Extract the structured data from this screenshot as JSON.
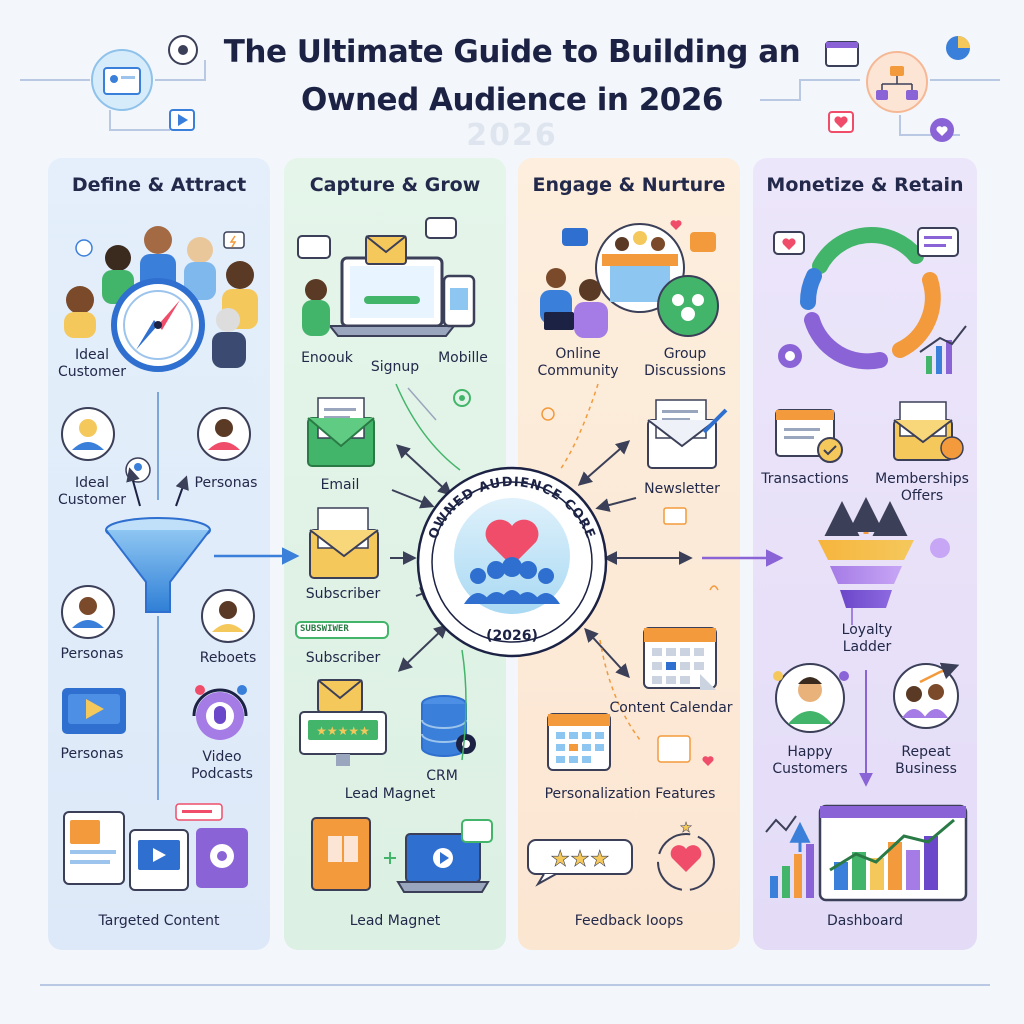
{
  "title": {
    "line1": "The Ultimate Guide to Building an",
    "line2": "Owned Audience in 2026",
    "year_mark": "2026"
  },
  "columns": [
    {
      "heading": "Define & Attract",
      "labels": [
        "Ideal Customer",
        "Ideal Customer",
        "Personas",
        "Personas",
        "Reboets",
        "Personas",
        "Video Podcasts",
        "Targeted Content"
      ]
    },
    {
      "heading": "Capture & Grow",
      "labels": [
        "Enoouk",
        "Signup",
        "Mobille",
        "Email",
        "Subscriber",
        "Subscriber",
        "CRM",
        "Lead Magnet",
        "Lead Magnet"
      ],
      "field_text": "SUBSWIWER"
    },
    {
      "heading": "Engage & Nurture",
      "labels": [
        "Online Community",
        "Group Discussions",
        "Newsletter",
        "Content Calendar",
        "Personalization Features",
        "Feedback Ioops"
      ]
    },
    {
      "heading": "Monetize & Retain",
      "labels": [
        "Transactions",
        "Memberships Offers",
        "Loyalty Ladder",
        "Happy Customers",
        "Repeat Business",
        "Dashboard"
      ]
    }
  ],
  "core": {
    "ring_text": "OWNED AUDIENCE CORE",
    "year": "(2026)"
  },
  "colors": {
    "blue": "#3a7fd9",
    "green": "#43b56a",
    "orange": "#f39a3c",
    "purple": "#8a63d6",
    "heart": "#ef4d6a",
    "navy": "#1c2244"
  }
}
